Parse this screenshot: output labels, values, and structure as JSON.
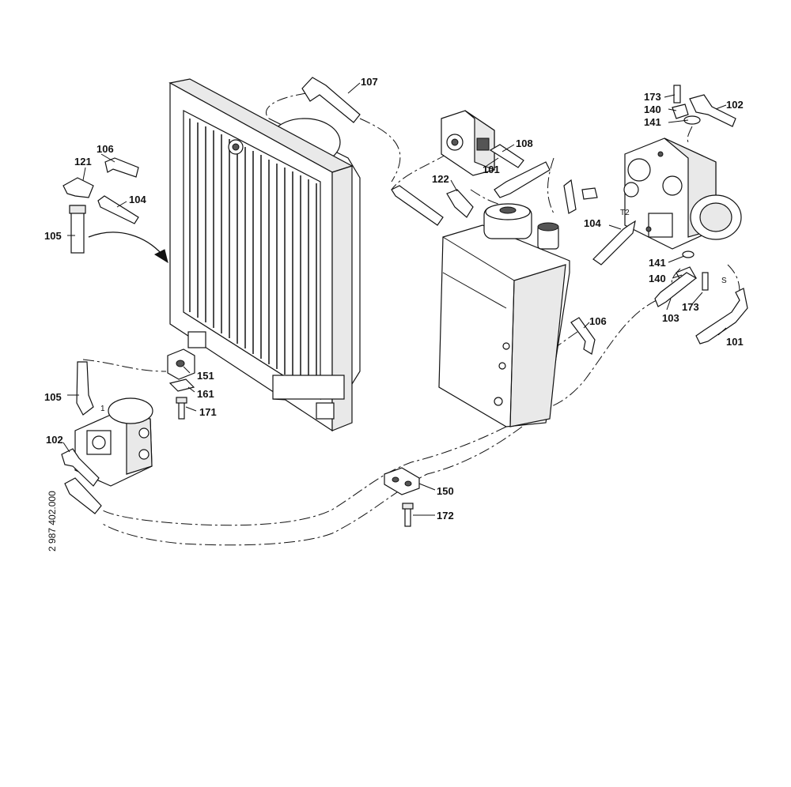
{
  "drawing": {
    "reference_number": "2 987 402.000"
  },
  "part_labels": {
    "p107": "107",
    "p106_left": "106",
    "p121": "121",
    "p104_left": "104",
    "p105_top": "105",
    "p108": "108",
    "p101_mid": "101",
    "p122": "122",
    "p173_top": "173",
    "p140_top": "140",
    "p141_top": "141",
    "p102_right": "102",
    "p104_right": "104",
    "p141_bottom": "141",
    "p140_bottom": "140",
    "p173_bottom": "173",
    "p103": "103",
    "p101_right": "101",
    "p106_mid": "106",
    "p151": "151",
    "p161": "161",
    "p171": "171",
    "p105_bottom": "105",
    "p102_left": "102",
    "p150": "150",
    "p172": "172"
  },
  "port_marks": {
    "t2": "T2",
    "s": "S",
    "one": "1"
  }
}
